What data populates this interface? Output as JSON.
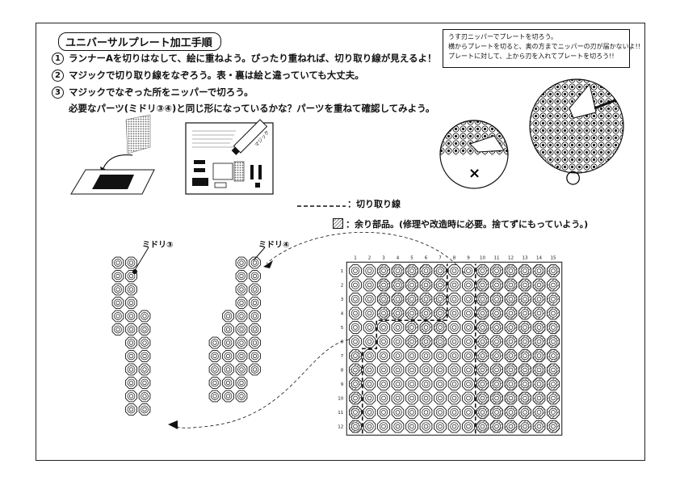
{
  "title": "ユニバーサルプレート加工手順",
  "steps": [
    {
      "num": "1",
      "text": "ランナーAを切りはなして、絵に重ねよう。ぴったり重ねれば、切り取り線が見えるよ！"
    },
    {
      "num": "2",
      "text": "マジックで切り取り線をなぞろう。表・裏は絵と違っていても大丈夫。"
    },
    {
      "num": "3",
      "text": "マジックでなぞった所をニッパーで切ろう。"
    }
  ],
  "step3_line2": "必要なパーツ(ミドリ③④)と同じ形になっているかな？パーツを重ねて確認してみよう。",
  "note": {
    "lines": [
      "うす刃ニッパーでプレートを切ろう。",
      "横からプレートを切ると、奥の方までニッパーの刃が届かないよ!!",
      "プレートに対して、上から刃を入れてプレートを切ろう!!"
    ]
  },
  "illustration": {
    "marker_text": "マジック"
  },
  "compare": {
    "wrong_mark": "×",
    "right_mark": "○"
  },
  "legend": {
    "cut_line": "：切り取り線",
    "surplus": "：余り部品。(修理や改造時に必要。捨てずにもっていよう。)"
  },
  "parts": {
    "midori3": "ミドリ③",
    "midori4": "ミドリ④"
  },
  "grid": {
    "columns": [
      "1",
      "2",
      "3",
      "4",
      "5",
      "6",
      "7",
      "8",
      "9",
      "10",
      "11",
      "12",
      "13",
      "14",
      "15"
    ],
    "rows": [
      "1",
      "2",
      "3",
      "4",
      "5",
      "6",
      "7",
      "8",
      "9",
      "10",
      "11",
      "12"
    ]
  }
}
